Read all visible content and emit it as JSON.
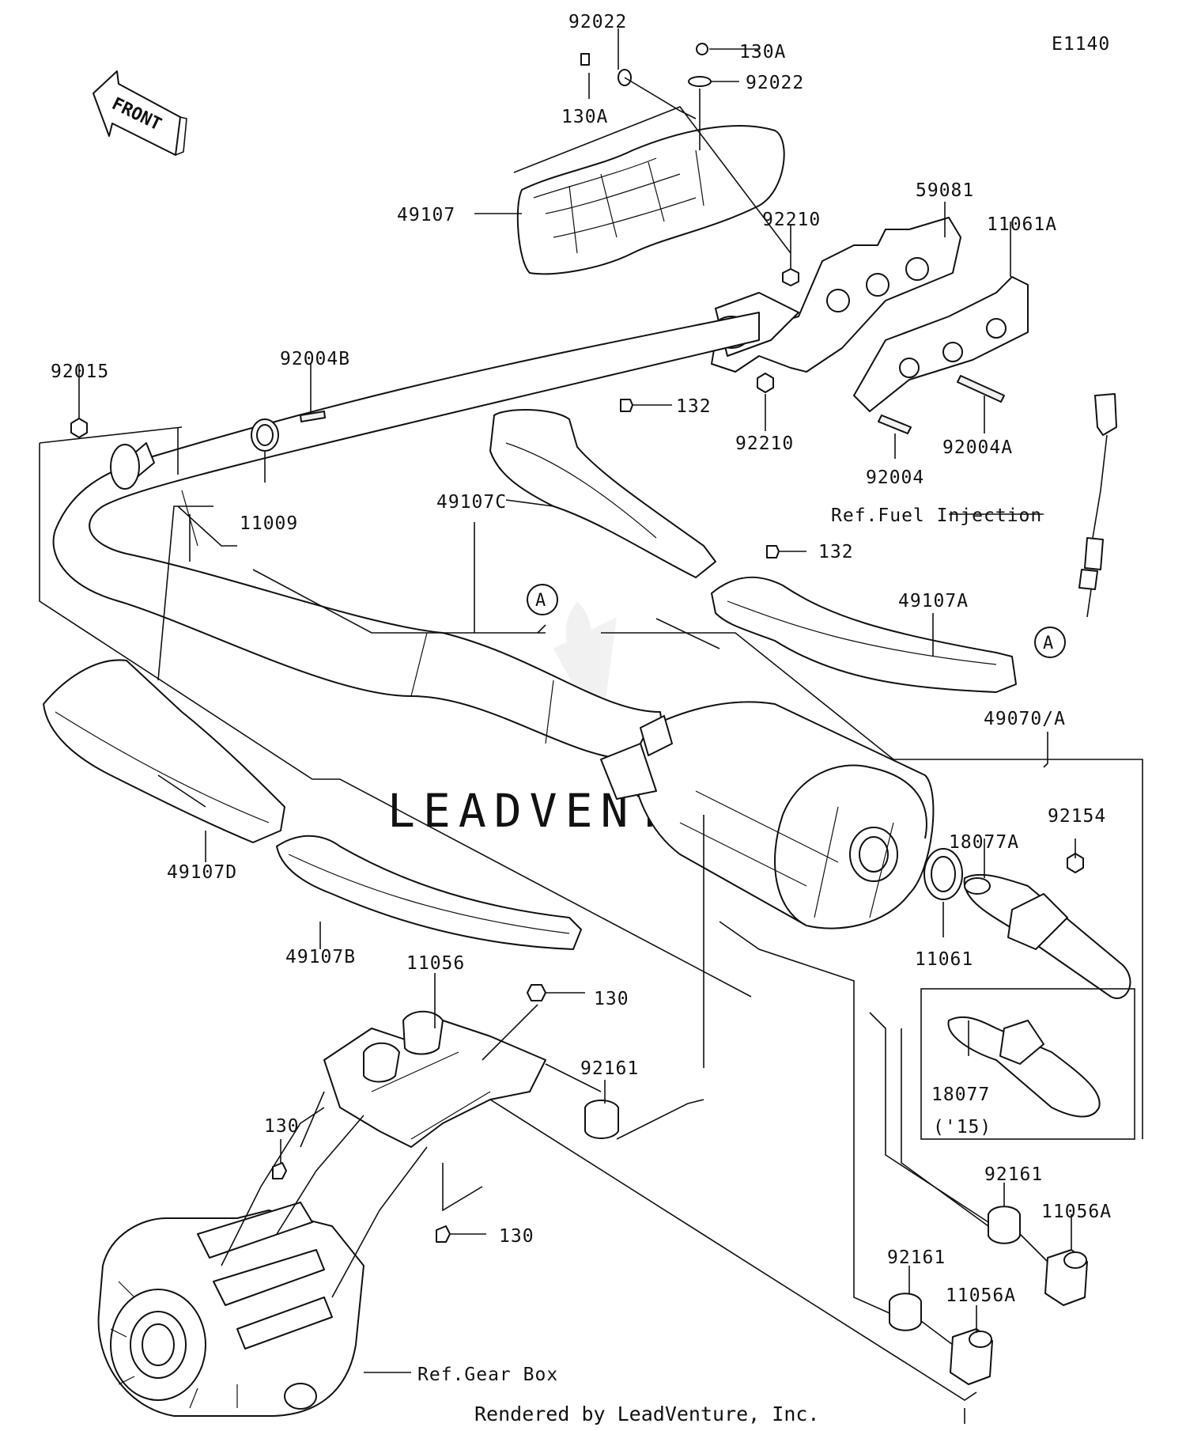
{
  "diagram_code": "E1140",
  "watermark": "LEADVENTURE",
  "front_label": "FRONT",
  "footer": "Rendered by LeadVenture, Inc.",
  "callouts": {
    "a_top": "A",
    "a_right": "A"
  },
  "labels": {
    "p92022_top": "92022",
    "p130A_top": "130A",
    "p130A_left": "130A",
    "p92022_right": "92022",
    "p49107": "49107",
    "p59081": "59081",
    "p11061A": "11061A",
    "p92210_top": "92210",
    "p92015": "92015",
    "p92004B": "92004B",
    "p132_top": "132",
    "p92210_bottom": "92210",
    "p92004A": "92004A",
    "p11009": "11009",
    "p49107C": "49107C",
    "p92004": "92004",
    "ref_fuel_injection": "Ref.Fuel Injection",
    "p132_mid": "132",
    "p49107A": "49107A",
    "p49070A": "49070/A",
    "p92154": "92154",
    "p18077A": "18077A",
    "p49107D": "49107D",
    "p11061": "11061",
    "p49107B": "49107B",
    "p11056": "11056",
    "p130_top": "130",
    "p92161_mid": "92161",
    "p18077": "18077",
    "p15": "('15)",
    "p130_left": "130",
    "p92161_right": "92161",
    "p11056A_right": "11056A",
    "p130_bottom": "130",
    "p92161_low": "92161",
    "p11056A_low": "11056A",
    "ref_gear_box": "Ref.Gear Box"
  }
}
